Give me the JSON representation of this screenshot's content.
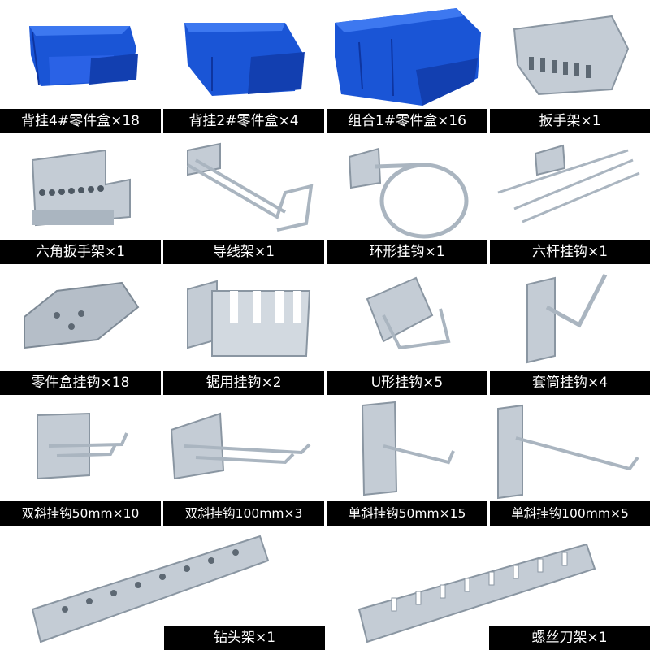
{
  "colors": {
    "blue_bin": "#1a55d6",
    "metal": "#b9c4cf",
    "label_bg": "#000000",
    "label_text": "#ffffff"
  },
  "items": [
    {
      "label": "背挂4#零件盒×18",
      "icon": "blue-bin-icon"
    },
    {
      "label": "背挂2#零件盒×4",
      "icon": "blue-bin-icon"
    },
    {
      "label": "组合1#零件盒×16",
      "icon": "blue-bin-icon"
    },
    {
      "label": "扳手架×1",
      "icon": "wrench-rack-icon"
    },
    {
      "label": "六角扳手架×1",
      "icon": "hex-key-rack-icon"
    },
    {
      "label": "导线架×1",
      "icon": "wire-rack-icon"
    },
    {
      "label": "环形挂钩×1",
      "icon": "ring-hook-icon"
    },
    {
      "label": "六杆挂钩×1",
      "icon": "six-rod-hook-icon"
    },
    {
      "label": "零件盒挂钩×18",
      "icon": "bin-hook-icon"
    },
    {
      "label": "锯用挂钩×2",
      "icon": "saw-hook-icon"
    },
    {
      "label": "U形挂钩×5",
      "icon": "u-hook-icon"
    },
    {
      "label": "套筒挂钩×4",
      "icon": "socket-hook-icon"
    },
    {
      "label": "双斜挂钩50mm×10",
      "icon": "double-hook-50-icon"
    },
    {
      "label": "双斜挂钩100mm×3",
      "icon": "double-hook-100-icon"
    },
    {
      "label": "单斜挂钩50mm×15",
      "icon": "single-hook-50-icon"
    },
    {
      "label": "单斜挂钩100mm×5",
      "icon": "single-hook-100-icon"
    },
    {
      "label": "钻头架×1",
      "icon": "drill-bit-rack-icon"
    },
    {
      "label": "螺丝刀架×1",
      "icon": "screwdriver-rack-icon"
    }
  ]
}
